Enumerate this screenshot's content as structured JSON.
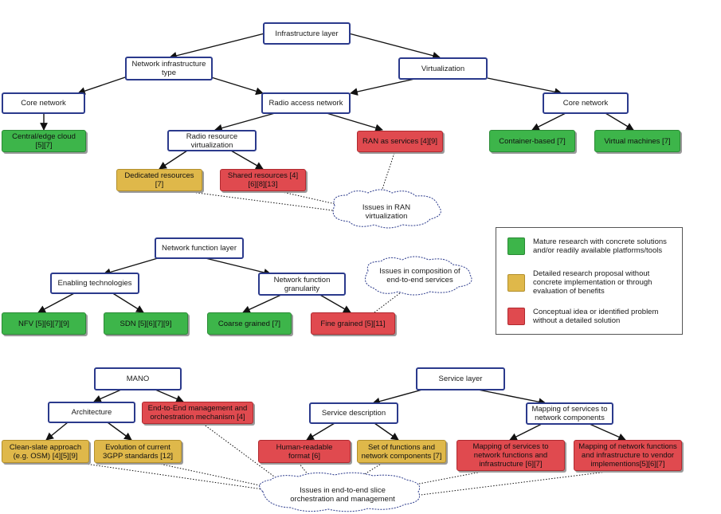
{
  "nodes": {
    "infrastructure_layer": "Infrastructure layer",
    "network_infrastructure_type": "Network infrastructure type",
    "virtualization": "Virtualization",
    "core_network_left": "Core network",
    "radio_access_network": "Radio access network",
    "core_network_right": "Core network",
    "central_edge_cloud": "Central/edge cloud [5][7]",
    "radio_resource_virtualization": "Radio resource virtualization",
    "ran_as_services": "RAN as services [4][9]",
    "container_based": "Container-based [7]",
    "virtual_machines": "Virtual machines [7]",
    "dedicated_resources": "Dedicated resources [7]",
    "shared_resources": "Shared resources [4][6][8][13]",
    "issues_ran_virtualization": "Issues in RAN virtualization",
    "network_function_layer": "Network function layer",
    "enabling_technologies": "Enabling technologies",
    "network_function_granularity": "Network function granularity",
    "issues_composition": "Issues in composition of end-to-end services",
    "nfv": "NFV [5][6][7][9]",
    "sdn": "SDN [5][6][7][9]",
    "coarse_grained": "Coarse grained [7]",
    "fine_grained": "Fine grained [5][11]",
    "mano": "MANO",
    "service_layer": "Service layer",
    "architecture": "Architecture",
    "e2e_management": "End-to-End management and orchestration mechanism [4]",
    "service_description": "Service description",
    "mapping_services_network_components": "Mapping of services to network components",
    "clean_slate": "Clean-slate approach (e.g. OSM) [4][5][9]",
    "evolution_3gpp": "Evolution of current 3GPP standards [12]",
    "human_readable": "Human-readable format [6]",
    "set_of_functions": "Set of functions and network components [7]",
    "mapping_functions_infra": "Mapping of services to network functions and infrastructure [6][7]",
    "mapping_vendor": "Mapping of network functions and infrastructure to vendor implementions[5][6][7]",
    "issues_e2e_slice": "Issues in end-to-end slice orchestration and management"
  },
  "legend": {
    "green": "Mature research with concrete solutions and/or readily available platforms/tools",
    "yellow": "Detailed research proposal without concrete implementation or through evaluation of benefits",
    "red": "Conceptual idea or identified problem without a detailed solution"
  },
  "colors": {
    "green": "#3db54a",
    "yellow": "#dfb84a",
    "red": "#e04a4f",
    "blue_border": "#2b3a8c"
  }
}
